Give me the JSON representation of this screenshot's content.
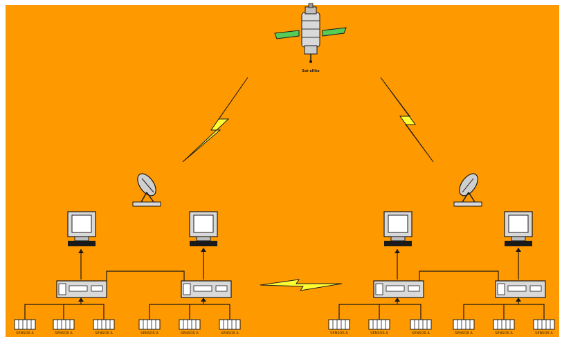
{
  "diagram": {
    "background": "#ff9900",
    "accent_wire": "#1a1a1a",
    "satellite": {
      "label": "Sat ellite",
      "icon": "satellite-icon"
    },
    "links": {
      "left_satellite_link_icon": "lightning-bolt-icon",
      "right_satellite_link_icon": "lightning-bolt-icon",
      "ground_link_icon": "lightning-bolt-icon",
      "bolt_color": "#ffff33"
    },
    "ground_stations": [
      {
        "dish_icon": "satellite-dish-icon"
      },
      {
        "dish_icon": "satellite-dish-icon"
      }
    ],
    "device_label": "SENSOR A",
    "device_labels": [
      "SENSOR A",
      "SENSOR A",
      "SENSOR A",
      "SENSOR A",
      "SENSOR A",
      "SENSOR A",
      "SENSOR A",
      "SENSOR A",
      "SENSOR A",
      "SENSOR A",
      "SENSOR A",
      "SENSOR A"
    ]
  }
}
